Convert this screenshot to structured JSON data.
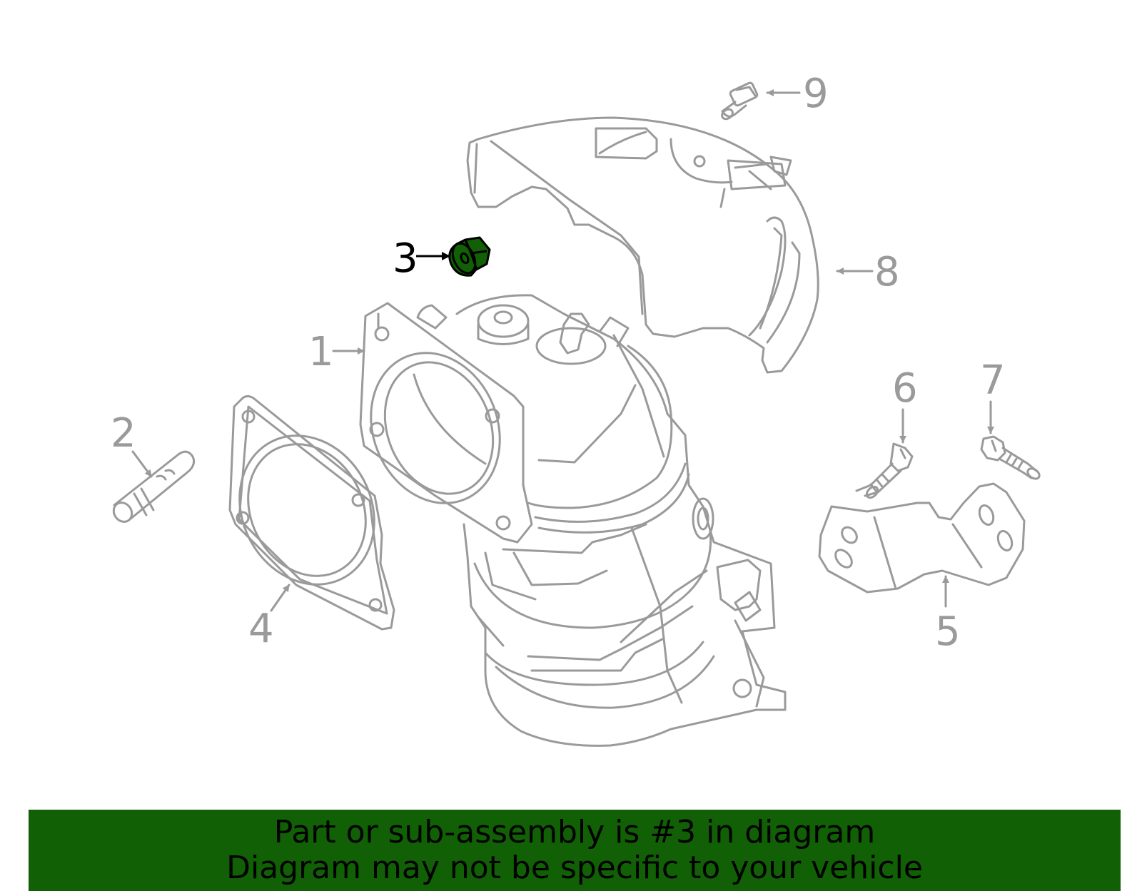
{
  "colors": {
    "line": "#9a9a9a",
    "highlight_fill": "#116005",
    "highlight_stroke": "#000000",
    "banner_bg": "#116005",
    "banner_text": "#000000"
  },
  "callouts": {
    "c1": "1",
    "c2": "2",
    "c3": "3",
    "c4": "4",
    "c5": "5",
    "c6": "6",
    "c7": "7",
    "c8": "8",
    "c9": "9"
  },
  "highlighted_part": "3",
  "banner": {
    "line1": "Part or sub-assembly is #3 in diagram",
    "line2": "Diagram may not be specific to your vehicle"
  }
}
